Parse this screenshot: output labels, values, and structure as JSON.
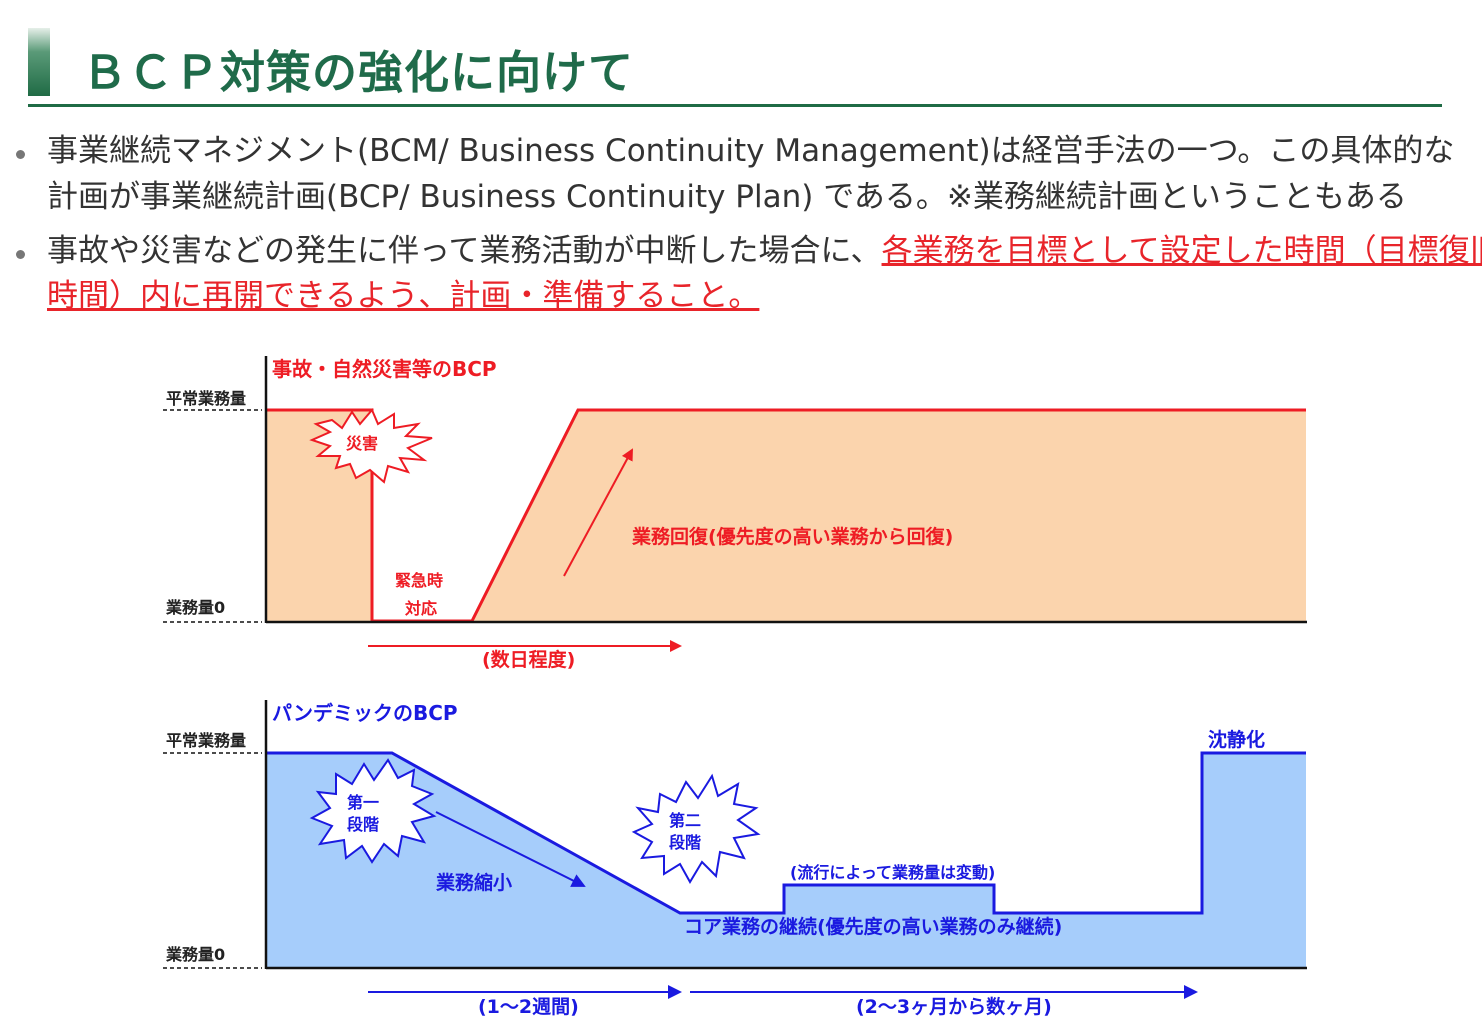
{
  "header": {
    "title": "ＢＣＰ対策の強化に向けて"
  },
  "bullets": {
    "b1_line1": "事業継続マネジメント(BCM/ Business Continuity Management)は経営手法の一つ。この具体的な",
    "b1_line2": "計画が事業継続計画(BCP/ Business Continuity Plan) である。※業務継続計画ということもある",
    "b2_line1_plain": "事故や災害などの発生に伴って業務活動が中断した場合に、",
    "b2_line1_red": "各業務を目標として設定した時間（目標復旧",
    "b2_line2_red": "時間）内に再開できるよう、計画・準備すること。"
  },
  "diagram_top": {
    "title": "事故・自然災害等のBCP",
    "y_normal": "平常業務量",
    "y_zero": "業務量0",
    "burst": "災害",
    "emergency_1": "緊急時",
    "emergency_2": "対応",
    "recovery": "業務回復(優先度の高い業務から回復)",
    "duration": "(数日程度)",
    "colors": {
      "fill": "#fbd4ad",
      "line": "#ee1c24"
    }
  },
  "diagram_bottom": {
    "title": "パンデミックのBCP",
    "y_normal": "平常業務量",
    "y_zero": "業務量0",
    "burst1_1": "第一",
    "burst1_2": "段階",
    "burst2_1": "第二",
    "burst2_2": "段階",
    "shrink": "業務縮小",
    "variation": "(流行によって業務量は変動)",
    "core": "コア業務の継続(優先度の高い業務のみ継続)",
    "calm": "沈静化",
    "duration1": "(1～2週間)",
    "duration2": "(2～3ヶ月から数ヶ月)",
    "colors": {
      "fill": "#a6cdfb",
      "line": "#1a1ae0"
    }
  }
}
